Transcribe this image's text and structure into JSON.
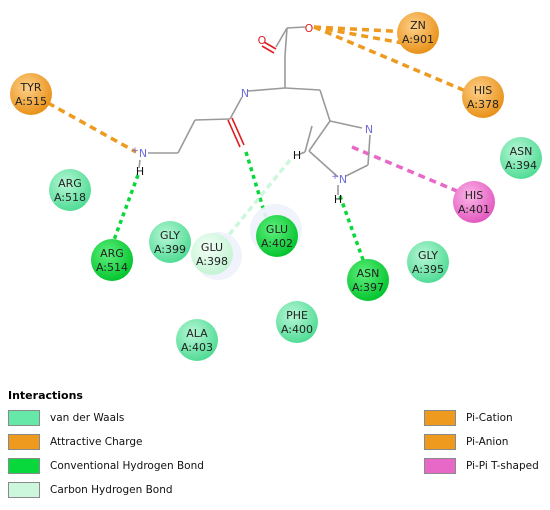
{
  "diagram": {
    "atoms": {
      "o_single": "O",
      "o_double": "O",
      "n_amide": "N",
      "n_ring1": "N",
      "n_ring2": "N",
      "n_amine": "N",
      "h_amine": "H",
      "h_ring": "H",
      "h_ring_n": "H",
      "plus_amine": "+",
      "plus_ring": "+"
    },
    "residues": [
      {
        "key": "zn901",
        "name": "ZN",
        "id": "A:901",
        "type": "pi-cation"
      },
      {
        "key": "his378",
        "name": "HIS",
        "id": "A:378",
        "type": "pi-cation"
      },
      {
        "key": "tyr515",
        "name": "TYR",
        "id": "A:515",
        "type": "attractive-charge"
      },
      {
        "key": "asn394",
        "name": "ASN",
        "id": "A:394",
        "type": "vdw"
      },
      {
        "key": "arg518",
        "name": "ARG",
        "id": "A:518",
        "type": "vdw"
      },
      {
        "key": "his401",
        "name": "HIS",
        "id": "A:401",
        "type": "pi-pi"
      },
      {
        "key": "gly399",
        "name": "GLY",
        "id": "A:399",
        "type": "vdw"
      },
      {
        "key": "glu398",
        "name": "GLU",
        "id": "A:398",
        "type": "carbon-hb"
      },
      {
        "key": "glu402",
        "name": "GLU",
        "id": "A:402",
        "type": "conventional-hb"
      },
      {
        "key": "arg514",
        "name": "ARG",
        "id": "A:514",
        "type": "conventional-hb"
      },
      {
        "key": "gly395",
        "name": "GLY",
        "id": "A:395",
        "type": "vdw"
      },
      {
        "key": "asn397",
        "name": "ASN",
        "id": "A:397",
        "type": "conventional-hb"
      },
      {
        "key": "phe400",
        "name": "PHE",
        "id": "A:400",
        "type": "vdw"
      },
      {
        "key": "ala403",
        "name": "ALA",
        "id": "A:403",
        "type": "vdw"
      }
    ]
  },
  "legend": {
    "title": "Interactions",
    "items": [
      {
        "label": "van der Waals",
        "color": "#66e8a8"
      },
      {
        "label": "Attractive Charge",
        "color": "#ee9a1f"
      },
      {
        "label": "Conventional Hydrogen Bond",
        "color": "#08d83c"
      },
      {
        "label": "Carbon Hydrogen Bond",
        "color": "#cdf7dc"
      },
      {
        "label": "Pi-Cation",
        "color": "#ee9a1f"
      },
      {
        "label": "Pi-Anion",
        "color": "#ee9a1f"
      },
      {
        "label": "Pi-Pi T-shaped",
        "color": "#e868c8"
      }
    ]
  },
  "colors": {
    "orange": "#ee9a1f",
    "green": "#08d83c",
    "pink": "#e868c8",
    "light_green": "#cdf7dc",
    "vdw": "#66e8a8",
    "bond": "#9a9a9a",
    "oxygen": "#e02020",
    "nitrogen": "#6e6ed8"
  }
}
